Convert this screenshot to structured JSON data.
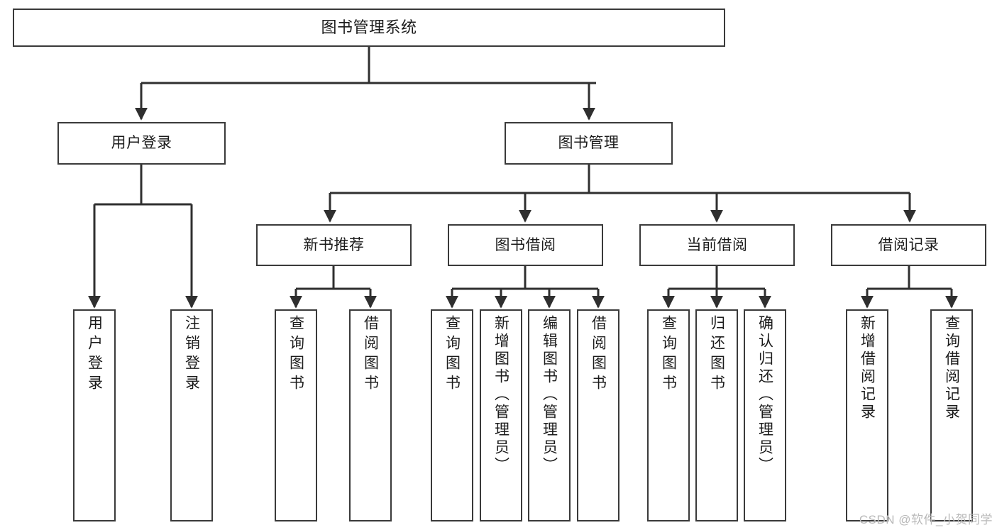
{
  "diagram": {
    "title": "图书管理系统",
    "type": "tree-hierarchy-diagram",
    "colors": {
      "box_border": "#3a3a3a",
      "box_fill": "#ffffff",
      "edge": "#2f2f2f",
      "text": "#1b1b1b",
      "watermark": "#b9b9b9",
      "background": "#ffffff"
    },
    "levels": {
      "root": {
        "label": "图书管理系统"
      },
      "level2": [
        {
          "id": "user-login",
          "label": "用户登录"
        },
        {
          "id": "book-management",
          "label": "图书管理"
        }
      ],
      "level3": [
        {
          "id": "new-book-recommend",
          "label": "新书推荐"
        },
        {
          "id": "book-borrow",
          "label": "图书借阅"
        },
        {
          "id": "current-borrow",
          "label": "当前借阅"
        },
        {
          "id": "borrow-record",
          "label": "借阅记录"
        }
      ],
      "leaves": {
        "user-login": [
          {
            "id": "leaf-user-login",
            "label": "用户登录"
          },
          {
            "id": "leaf-logout-login",
            "label": "注销登录"
          }
        ],
        "new-book-recommend": [
          {
            "id": "leaf-query-book-1",
            "label": "查询图书"
          },
          {
            "id": "leaf-borrow-book-1",
            "label": "借阅图书"
          }
        ],
        "book-borrow": [
          {
            "id": "leaf-query-book-2",
            "label": "查询图书"
          },
          {
            "id": "leaf-add-book-admin",
            "label": "新增图书（管理员）"
          },
          {
            "id": "leaf-edit-book-admin",
            "label": "编辑图书（管理员）"
          },
          {
            "id": "leaf-borrow-book-2",
            "label": "借阅图书"
          }
        ],
        "current-borrow": [
          {
            "id": "leaf-query-book-3",
            "label": "查询图书"
          },
          {
            "id": "leaf-return-book",
            "label": "归还图书"
          },
          {
            "id": "leaf-confirm-return-admin",
            "label": "确认归还（管理员）"
          }
        ],
        "borrow-record": [
          {
            "id": "leaf-add-borrow-record",
            "label": "新增借阅记录"
          },
          {
            "id": "leaf-query-borrow-record",
            "label": "查询借阅记录"
          }
        ]
      }
    },
    "watermark": "CSDN @软件_小贺同学"
  }
}
